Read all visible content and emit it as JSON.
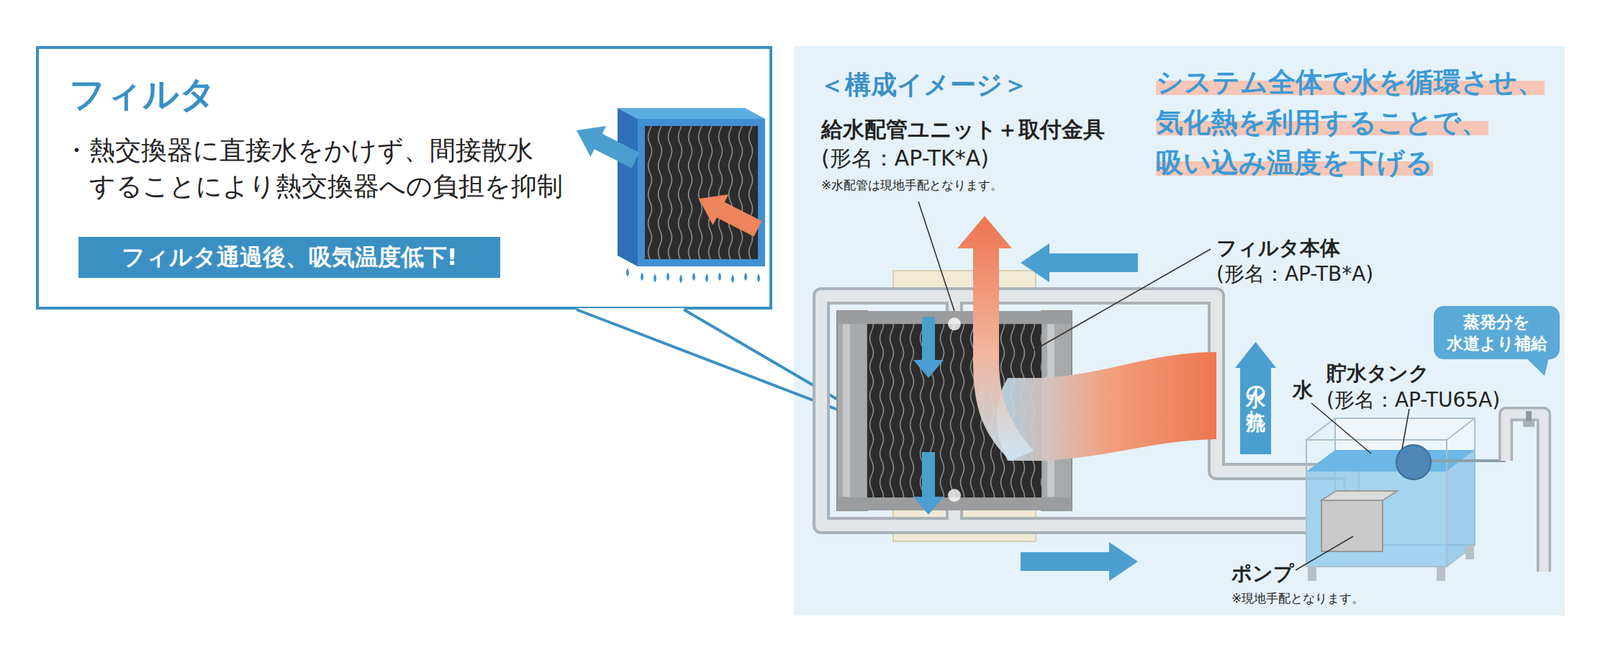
{
  "diagram": {
    "nodes": [
      {
        "text": [
          "フィルタ",
          "・熱交換器に直接水をかけず、間接散水 することにより熱交換器への負担を抑制"
        ]
      },
      {
        "text": [
          "フィルタ通過後、吸気温度低下!"
        ],
        "in": 0
      },
      {
        "text": [
          "＜構成イメージ＞"
        ]
      },
      {
        "text": [
          "蒸発分を 水道より補給"
        ],
        "in": 2
      },
      {
        "text": [
          "水の流れ"
        ],
        "in": 2
      }
    ],
    "labels": [
      "給水配管ユニット＋取付金具",
      "(形名：AP-TK*A)",
      "※水配管は現地手配となります。",
      "システム全体で水を循環させ、 気化熱を利用することで、 吸い込み温度を下げる",
      "フィルタ本体",
      "(形名：AP-TB*A)",
      "水",
      "貯水タンク",
      "(形名：AP-TU65A)",
      "ポンプ",
      "※現地手配となります。"
    ]
  }
}
